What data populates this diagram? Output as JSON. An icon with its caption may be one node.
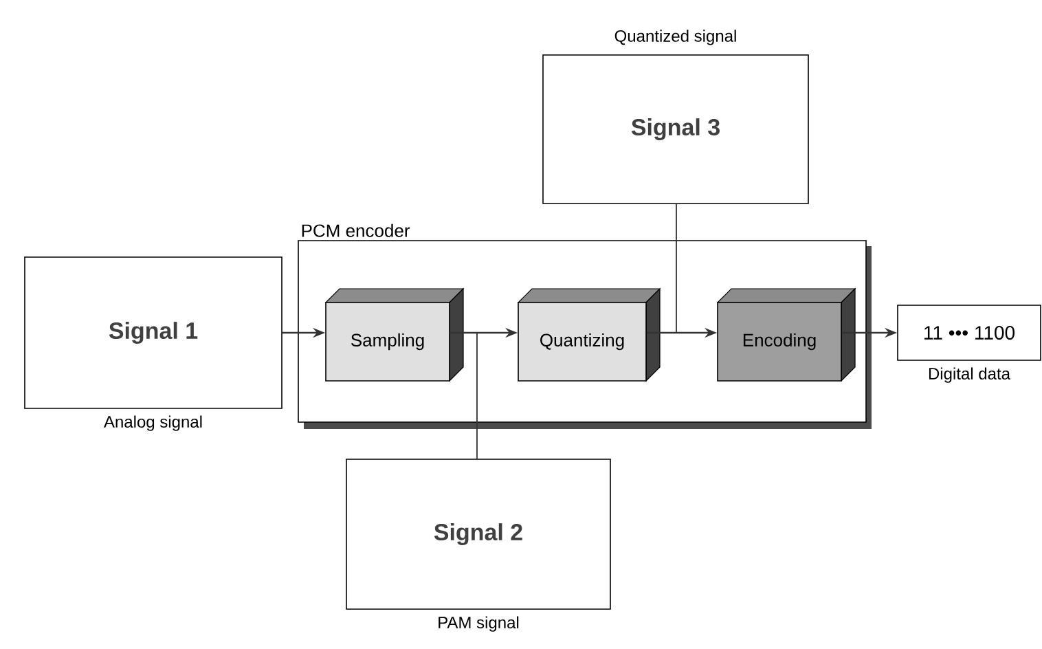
{
  "diagram": {
    "nodes": [
      {
        "text": [
          "Signal 1"
        ],
        "beside": [
          "Analog signal"
        ]
      },
      {
        "text": [
          "PCM encoder"
        ]
      },
      {
        "text": [
          "Sampling"
        ],
        "in": 1
      },
      {
        "text": [
          "Quantizing"
        ],
        "in": 1
      },
      {
        "text": [
          "Encoding"
        ],
        "in": 1
      },
      {
        "text": [
          "11 ••• 1100"
        ],
        "beside": [
          "Digital data"
        ]
      },
      {
        "text": [
          "Signal 2"
        ],
        "beside": [
          "PAM signal"
        ]
      },
      {
        "text": [
          "Signal 3"
        ],
        "beside": [
          "Quantized signal"
        ]
      }
    ],
    "edges": [
      {
        "from": 0,
        "to": 2,
        "arrow": "to"
      },
      {
        "from": 2,
        "to": 3,
        "arrow": "to"
      },
      {
        "from": 3,
        "to": 4,
        "arrow": "to"
      },
      {
        "from": 4,
        "to": 5,
        "arrow": "to"
      },
      {
        "from": 2,
        "to": 6,
        "arrow": "none"
      },
      {
        "from": 3,
        "to": 7,
        "arrow": "none"
      }
    ]
  }
}
